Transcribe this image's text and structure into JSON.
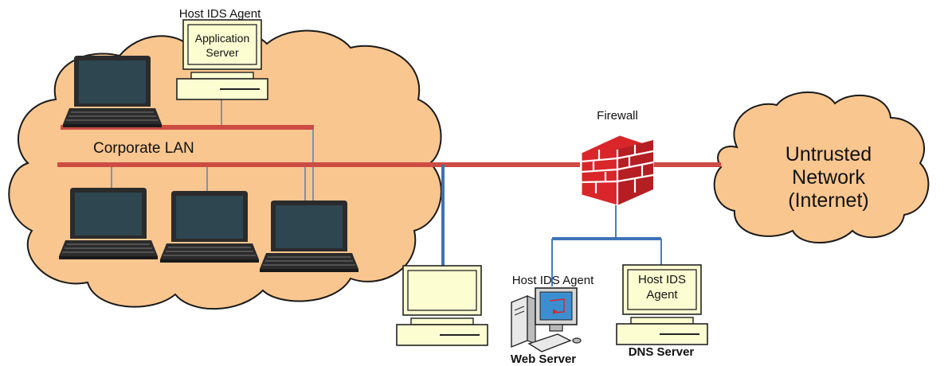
{
  "labels": {
    "host_ids_agent_top": "Host IDS Agent",
    "app_server_line1": "Application",
    "app_server_line2": "Server",
    "corporate_lan": "Corporate LAN",
    "firewall": "Firewall",
    "untrusted_line1": "Untrusted",
    "untrusted_line2": "Network",
    "untrusted_line3": "(Internet)",
    "host_ids_agent_web": "Host IDS Agent",
    "web_server": "Web Server",
    "dns_agent_line1": "Host IDS",
    "dns_agent_line2": "Agent",
    "dns_server": "DNS Server"
  },
  "colors": {
    "cloud_fill": "#f9c68f",
    "cloud_stroke": "#1a1a1a",
    "lan_line": "#cc4b43",
    "blue_line": "#3f72b8",
    "monitor_fill": "#fdfdd2",
    "laptop_screen": "#2e4650",
    "brick": "#d9262a"
  },
  "icons": [
    "laptop-icon",
    "desktop-computer-icon",
    "tower-pc-icon",
    "firewall-brick-icon",
    "cloud-icon"
  ]
}
